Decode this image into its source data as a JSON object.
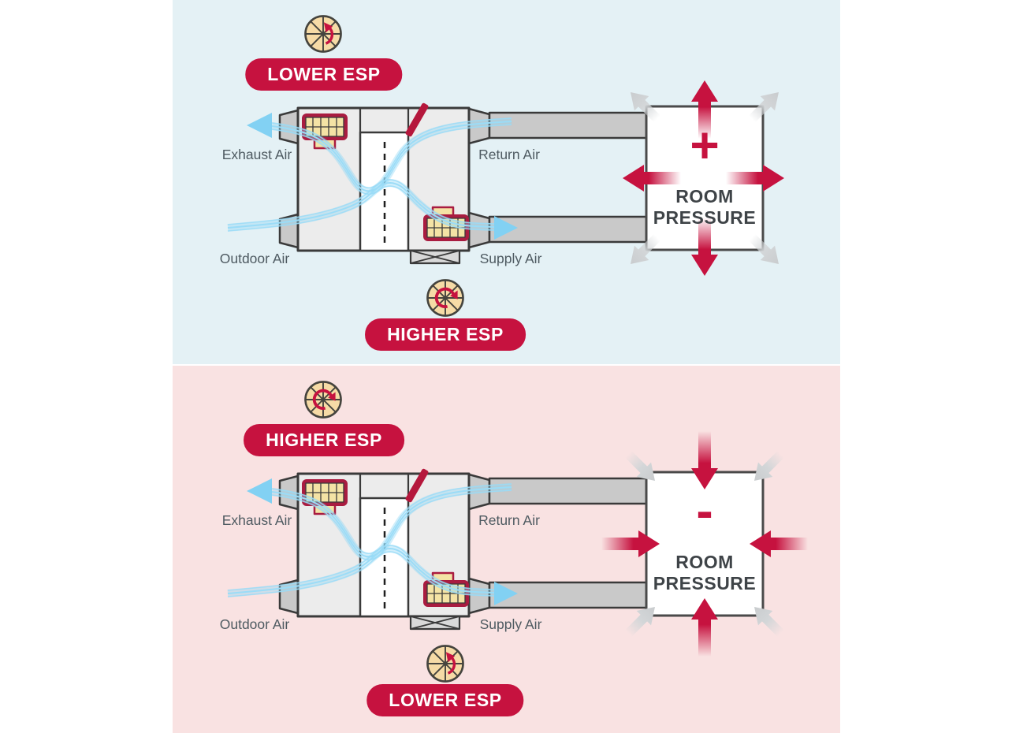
{
  "title": "ESP settings and room pressure infographic",
  "colors": {
    "accent_red": "#c6123f",
    "fan_red_border": "#a91c40",
    "panel_positive_bg": "#e4f1f5",
    "panel_negative_bg": "#f9e2e2",
    "duct_gray": "#c9c9c9",
    "unit_gray": "#ececec",
    "outline_dark": "#3a3a3a",
    "airflow_blue": "#8ed7f5",
    "label_gray": "#4e5a61",
    "room_text_dark": "#3e4347",
    "corner_arrow_gray": "#cfcfcf",
    "fan_wheel_fill": "#f6dba6"
  },
  "icons": {
    "fan_low": "fan-wheel-low-speed-icon",
    "fan_high": "fan-wheel-high-speed-icon",
    "damper": "damper-icon",
    "filter": "filter-icon",
    "blower": "blower-fan-icon"
  },
  "panels": [
    {
      "pressure": "positive",
      "arrow_direction": "outward",
      "top_fan_speed": "low",
      "bottom_fan_speed": "high",
      "top_fan_badge": "LOWER ESP",
      "bottom_fan_badge": "HIGHER ESP",
      "exhaust_label": "Exhaust Air",
      "return_label": "Return Air",
      "outdoor_label": "Outdoor Air",
      "supply_label": "Supply Air",
      "room": {
        "sign": "+",
        "line1": "ROOM",
        "line2": "PRESSURE"
      }
    },
    {
      "pressure": "negative",
      "arrow_direction": "inward",
      "top_fan_speed": "high",
      "bottom_fan_speed": "low",
      "top_fan_badge": "HIGHER ESP",
      "bottom_fan_badge": "LOWER ESP",
      "exhaust_label": "Exhaust Air",
      "return_label": "Return Air",
      "outdoor_label": "Outdoor Air",
      "supply_label": "Supply Air",
      "room": {
        "sign": "-",
        "line1": "ROOM",
        "line2": "PRESSURE"
      }
    }
  ]
}
